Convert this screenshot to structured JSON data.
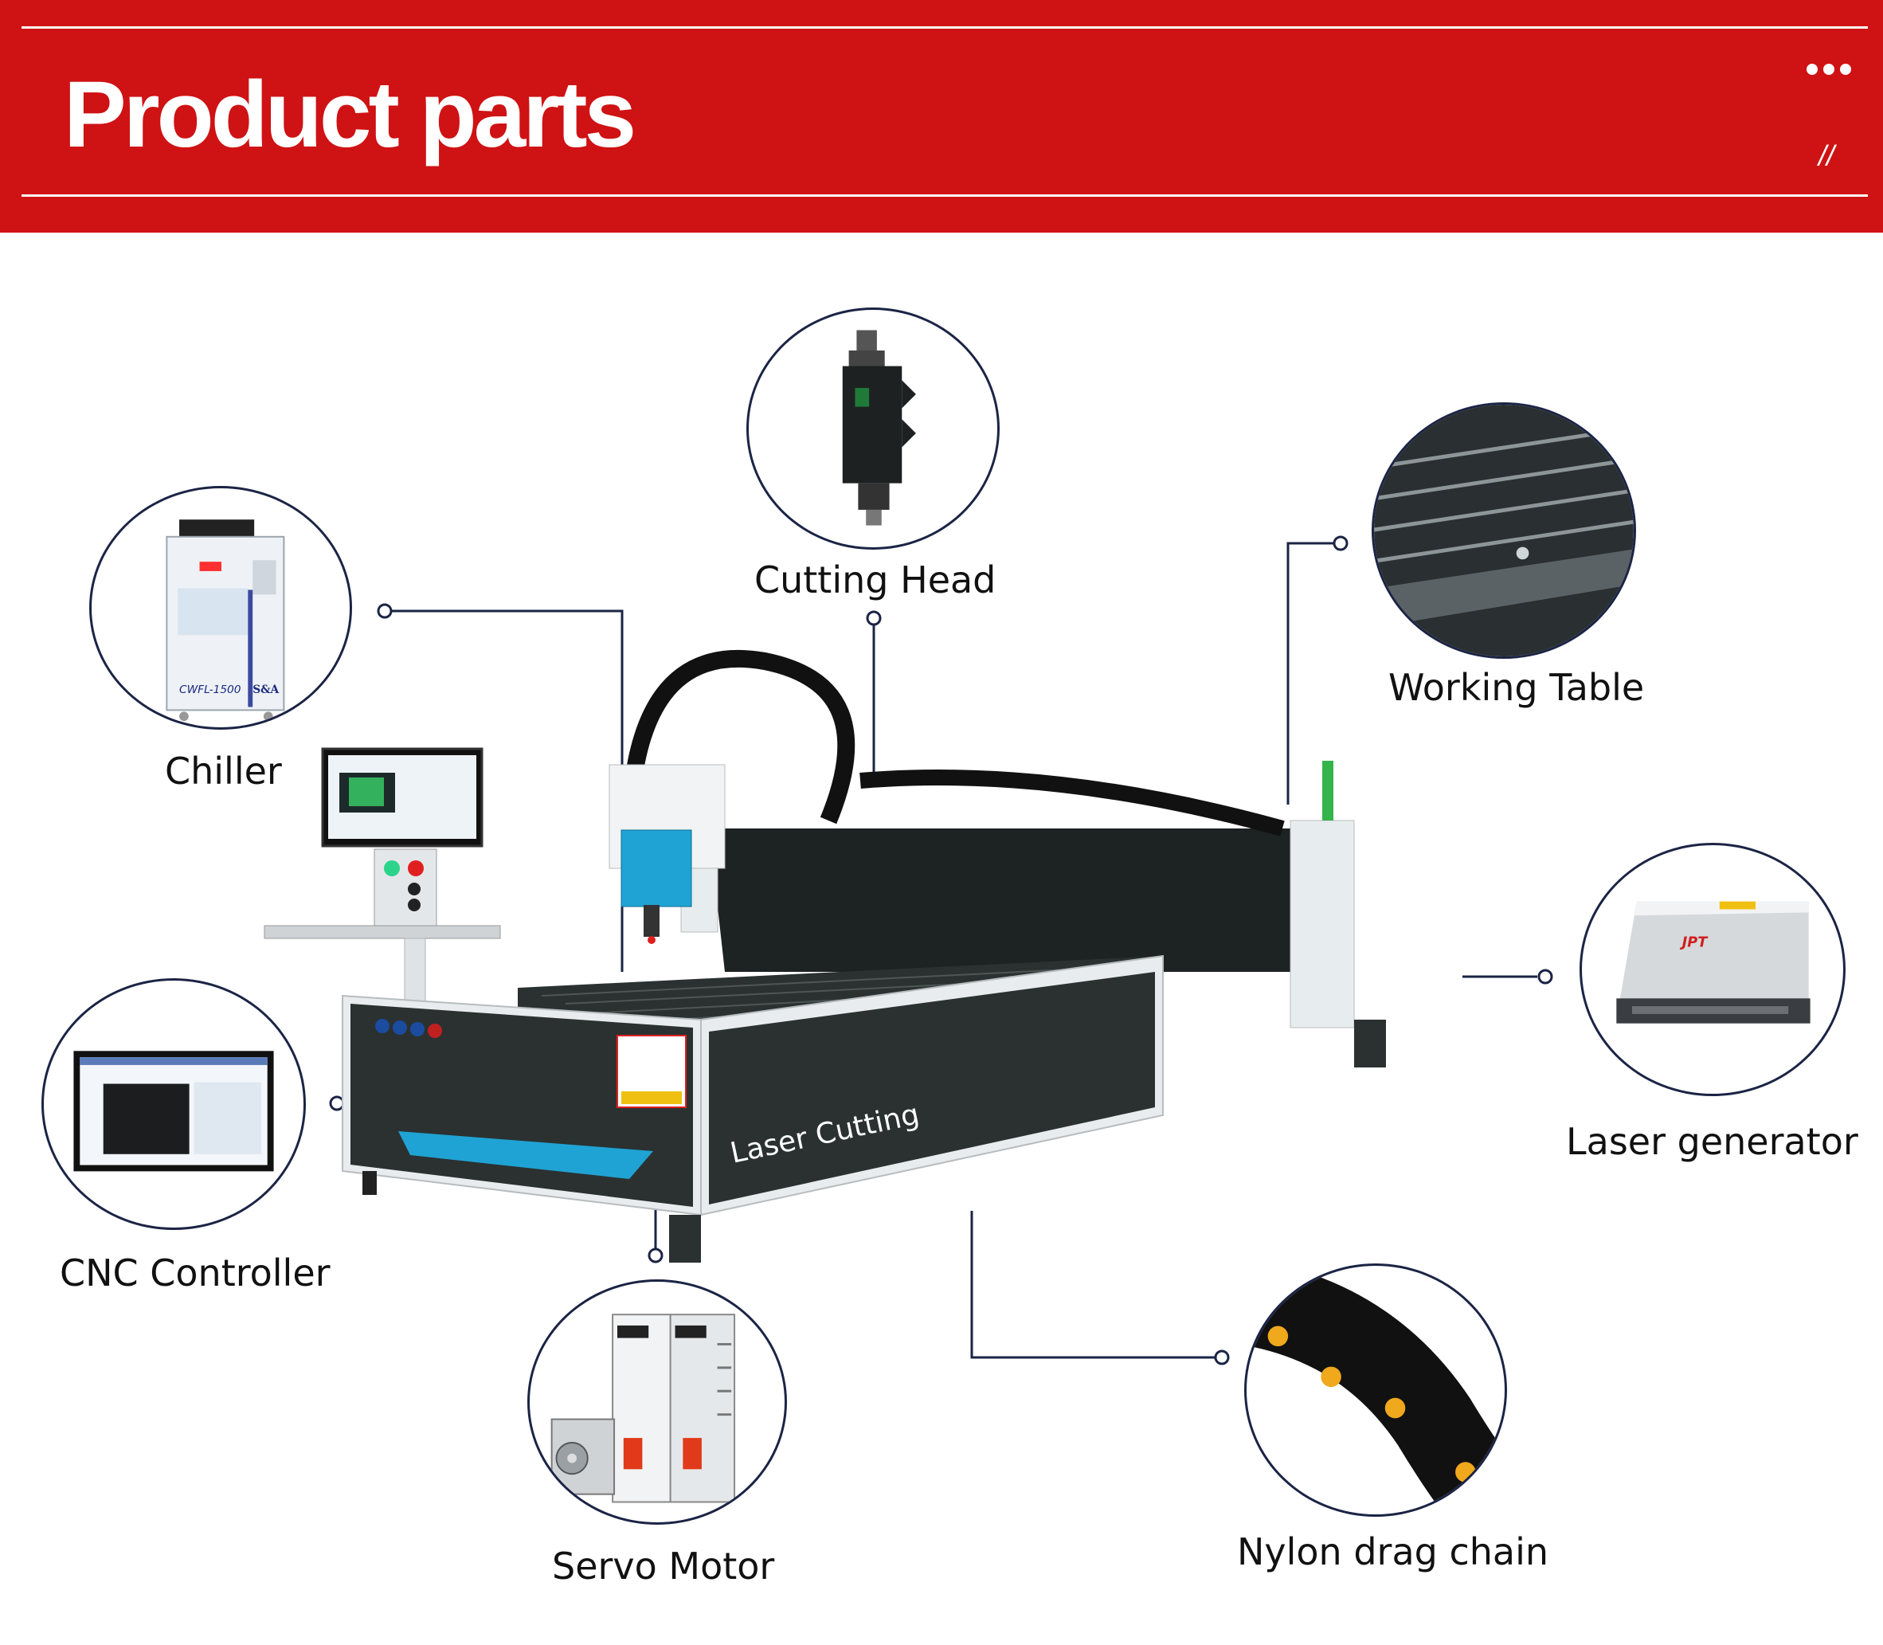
{
  "header": {
    "title": "Product parts",
    "slash": "//",
    "background_color": "#cf1214"
  },
  "machine": {
    "side_text": "Laser Cutting"
  },
  "parts": {
    "cutting_head": {
      "label": "Cutting Head",
      "icon": "cutting-head-icon"
    },
    "working_table": {
      "label": "Working Table",
      "icon": "working-table-icon"
    },
    "chiller": {
      "label": "Chiller",
      "icon": "chiller-icon",
      "model_text": "CWFL-1500",
      "brand_text": "S&A"
    },
    "cnc_controller": {
      "label": "CNC Controller",
      "icon": "monitor-icon"
    },
    "laser_generator": {
      "label": "Laser generator",
      "icon": "laser-source-icon"
    },
    "servo_motor": {
      "label": "Servo Motor",
      "icon": "servo-motor-icon"
    },
    "nylon_drag_chain": {
      "label": "Nylon drag chain",
      "icon": "drag-chain-icon"
    }
  },
  "colors": {
    "outline": "#1b2445",
    "accent_cyan": "#1fa3d4",
    "machine_dark": "#2b3131",
    "chain_yellow": "#f0a81c"
  }
}
